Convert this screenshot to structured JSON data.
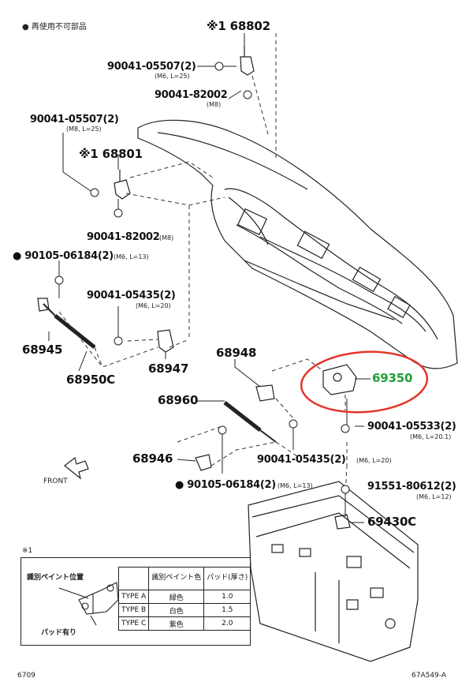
{
  "header": {
    "note": "● 再使用不可部品"
  },
  "parts": {
    "p68802": "※1 68802",
    "p68801": "※1 68801",
    "p68945": "68945",
    "p68950c": "68950C",
    "p68947": "68947",
    "p68948": "68948",
    "p68960": "68960",
    "p68946": "68946",
    "p69350": "69350",
    "p69430c": "69430C"
  },
  "bolts": {
    "b1": {
      "num": "90041-05507(2)",
      "spec": "(M6, L=25)"
    },
    "b2": {
      "num": "90041-82002",
      "spec": "(M8)"
    },
    "b3": {
      "num": "90041-05507(2)",
      "spec": "(M8, L=25)"
    },
    "b4": {
      "num": "90041-82002",
      "spec": "(M8)"
    },
    "b5": {
      "num": "● 90105-06184(2)",
      "spec": "(M6, L=13)"
    },
    "b6": {
      "num": "90041-05435(2)",
      "spec": "(M6, L=20)"
    },
    "b7": {
      "num": "90041-05533(2)",
      "spec": "(M6, L=20.1)"
    },
    "b8": {
      "num": "90041-05435(2)",
      "spec": "(M6, L=20)"
    },
    "b9": {
      "num": "● 90105-06184(2)",
      "spec": "(M6, L=13)"
    },
    "b10": {
      "num": "91551-80612(2)",
      "spec": "(M6, L=12)"
    }
  },
  "front_label": "FRONT",
  "legend": {
    "mark": "※1",
    "paint_position": "識別ペイント位置",
    "pad_present": "パッド有り",
    "col_paint": "識別ペイント色",
    "col_pad": "パッド(厚さ)",
    "rows": [
      {
        "type": "TYPE A",
        "color": "緑色",
        "pad": "1.0"
      },
      {
        "type": "TYPE B",
        "color": "白色",
        "pad": "1.5"
      },
      {
        "type": "TYPE C",
        "color": "紫色",
        "pad": "2.0"
      }
    ]
  },
  "footer": {
    "left": "6709",
    "right": "67A549-A"
  },
  "highlight_color": "#e3352a",
  "highlight_text_color": "#1f9e3a"
}
